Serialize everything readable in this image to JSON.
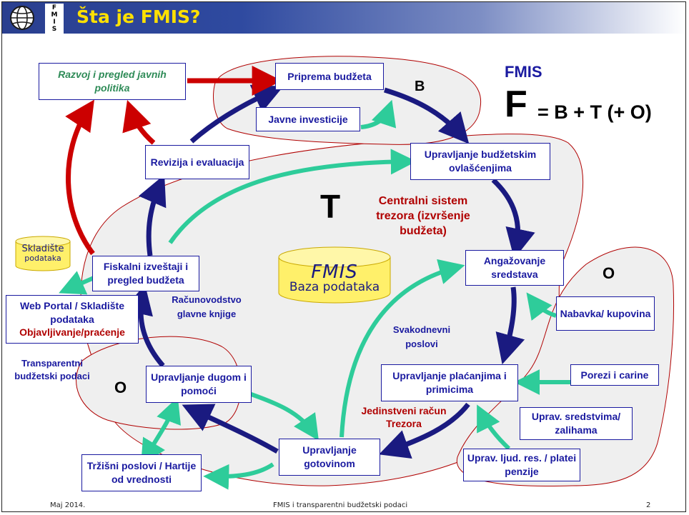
{
  "header": {
    "title": "Šta je FMIS?",
    "logo_letters": [
      "F",
      "M",
      "I",
      "S"
    ]
  },
  "formula": {
    "title": "FMIS",
    "letter": "F",
    "expression": "= B + T (+ O)"
  },
  "region_labels": {
    "b": "B",
    "t": "T",
    "o_right": "O",
    "o_left": "O"
  },
  "center": {
    "title": "Centralni sistem trezora (izvršenje budžeta)"
  },
  "database": {
    "line1": "FMIS",
    "line2": "Baza podataka"
  },
  "warehouse": {
    "line1": "Skladište",
    "line2": "podataka"
  },
  "boxes": {
    "policy": "Razvoj i pregled javnih politika",
    "budget_prep": "Priprema budžeta",
    "public_investment": "Javne investicije",
    "audit": "Revizija i evaluacija",
    "budget_authority": "Upravljanje budžetskim ovlašćenjima",
    "commitments": "Angažovanje sredstava",
    "fiscal_reports": "Fiskalni izveštaji i pregled budžeta",
    "procurement": "Nabavka/ kupovina",
    "taxes": "Porezi i carine",
    "payments": "Upravljanje plaćanjima i primicima",
    "assets": "Uprav. sredstvima/ zalihama",
    "hr": "Uprav. ljud. res. / platei penzije",
    "cash": "Upravljanje gotovinom",
    "debt": "Upravljanje dugom i pomoći",
    "markets": "Tržišni poslovi / Hartije od vrednosti"
  },
  "web_portal": {
    "line1": "Web Portal / Skladište podataka",
    "line2": "Objavljivanje/praćenje"
  },
  "labels": {
    "accounting": "Računovodstvo glavne knjige",
    "daily": "Svakodnevni poslovi",
    "tsa": "Jedinstveni račun Trezora",
    "transparency": "Transparentni budžetski podaci"
  },
  "footer": {
    "date": "Maj 2014.",
    "center": "FMIS i transparentni budžetski podaci",
    "page": "2"
  },
  "colors": {
    "header": "#2f4aa0",
    "title": "#ffe000",
    "box_text": "#1a1aa0",
    "red": "#b00000",
    "navy_arrow": "#1a1a80",
    "teal_arrow": "#2ecc9a",
    "red_arrow": "#cc0000",
    "region_fill": "#efefef"
  }
}
